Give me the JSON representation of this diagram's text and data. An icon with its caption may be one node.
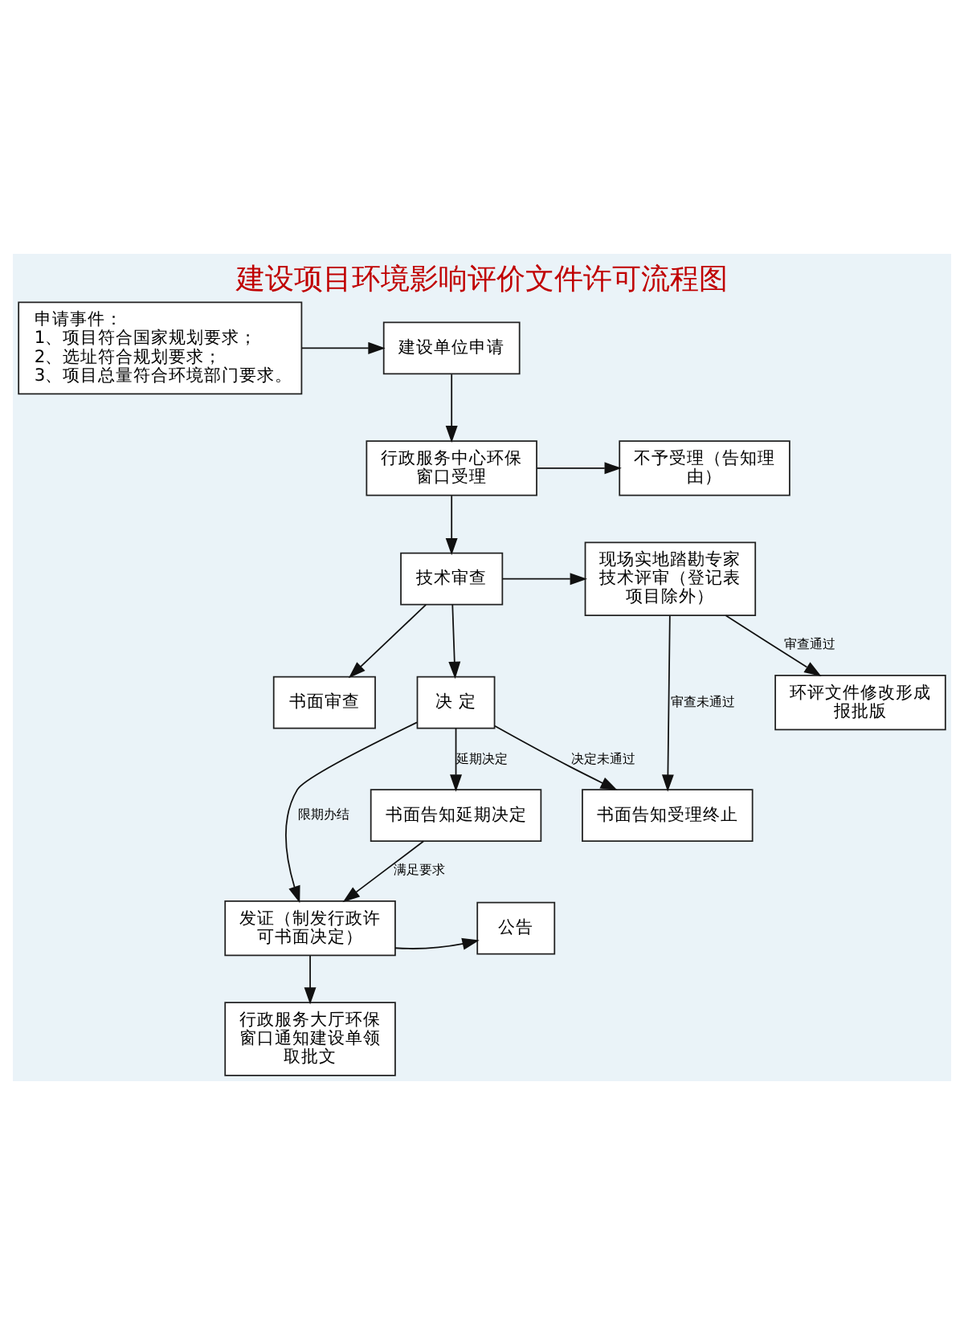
{
  "diagram": {
    "title": "建设项目环境影响评价文件许可流程图",
    "nodes": [
      {
        "text": [
          "建设单位申请"
        ]
      },
      {
        "text": [
          "申请事件：",
          "1、项目符合国家规划要求；",
          "2、选址符合规划要求；",
          "3、项目总量符合环境部门要求。"
        ]
      },
      {
        "text": [
          "行政服务中心环保窗口受理"
        ]
      },
      {
        "text": [
          "不予受理（告知理由）"
        ]
      },
      {
        "text": [
          "技术审查"
        ]
      },
      {
        "text": [
          "书面审查"
        ]
      },
      {
        "text": [
          "现场实地踏勘专家技术评审（登记表项目除外）"
        ]
      },
      {
        "text": [
          "环评文件修改形成报批版"
        ]
      },
      {
        "text": [
          "决 定"
        ]
      },
      {
        "text": [
          "书面告知延期决定"
        ]
      },
      {
        "text": [
          "书面告知受理终止"
        ]
      },
      {
        "text": [
          "公告"
        ]
      },
      {
        "text": [
          "发证（制发行政许可书面决定）"
        ]
      },
      {
        "text": [
          "行政服务大厅环保窗口通知建设单领取批文"
        ]
      }
    ],
    "edges": [
      {
        "from": 1,
        "to": 0,
        "arrow": "to"
      },
      {
        "from": 0,
        "to": 2,
        "arrow": "to"
      },
      {
        "from": 2,
        "to": 3,
        "arrow": "to"
      },
      {
        "from": 2,
        "to": 4,
        "arrow": "to"
      },
      {
        "from": 4,
        "to": 5,
        "arrow": "to"
      },
      {
        "from": 4,
        "to": 6,
        "arrow": "to"
      },
      {
        "from": 6,
        "to": 7,
        "arrow": "to",
        "label": "审查通过"
      },
      {
        "from": 6,
        "to": 10,
        "arrow": "to",
        "label": "审查未通过"
      },
      {
        "from": 4,
        "to": 8,
        "arrow": "to"
      },
      {
        "from": 8,
        "to": 9,
        "arrow": "to",
        "label": "延期决定"
      },
      {
        "from": 8,
        "to": 10,
        "arrow": "to",
        "label": "决定未通过"
      },
      {
        "from": 8,
        "to": 12,
        "arrow": "to",
        "label": "限期办结"
      },
      {
        "from": 9,
        "to": 12,
        "arrow": "to",
        "label": "满足要求"
      },
      {
        "from": 12,
        "to": 11,
        "arrow": "to"
      },
      {
        "from": 12,
        "to": 13,
        "arrow": "to"
      }
    ]
  }
}
